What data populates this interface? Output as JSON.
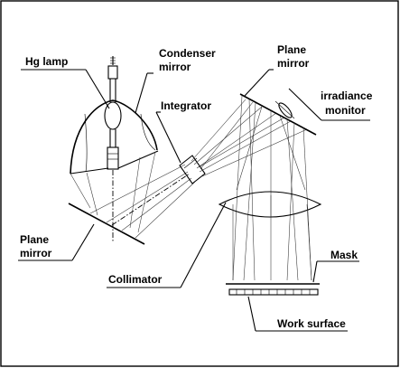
{
  "labels": {
    "hg_lamp": "Hg lamp",
    "condenser_1": "Condenser",
    "condenser_2": "mirror",
    "plane_top_1": "Plane",
    "plane_top_2": "mirror",
    "integrator": "Integrator",
    "irradiance_1": "irradiance",
    "irradiance_2": "monitor",
    "plane_left_1": "Plane",
    "plane_left_2": "mirror",
    "collimator": "Collimator",
    "mask": "Mask",
    "work_surface": "Work surface"
  }
}
